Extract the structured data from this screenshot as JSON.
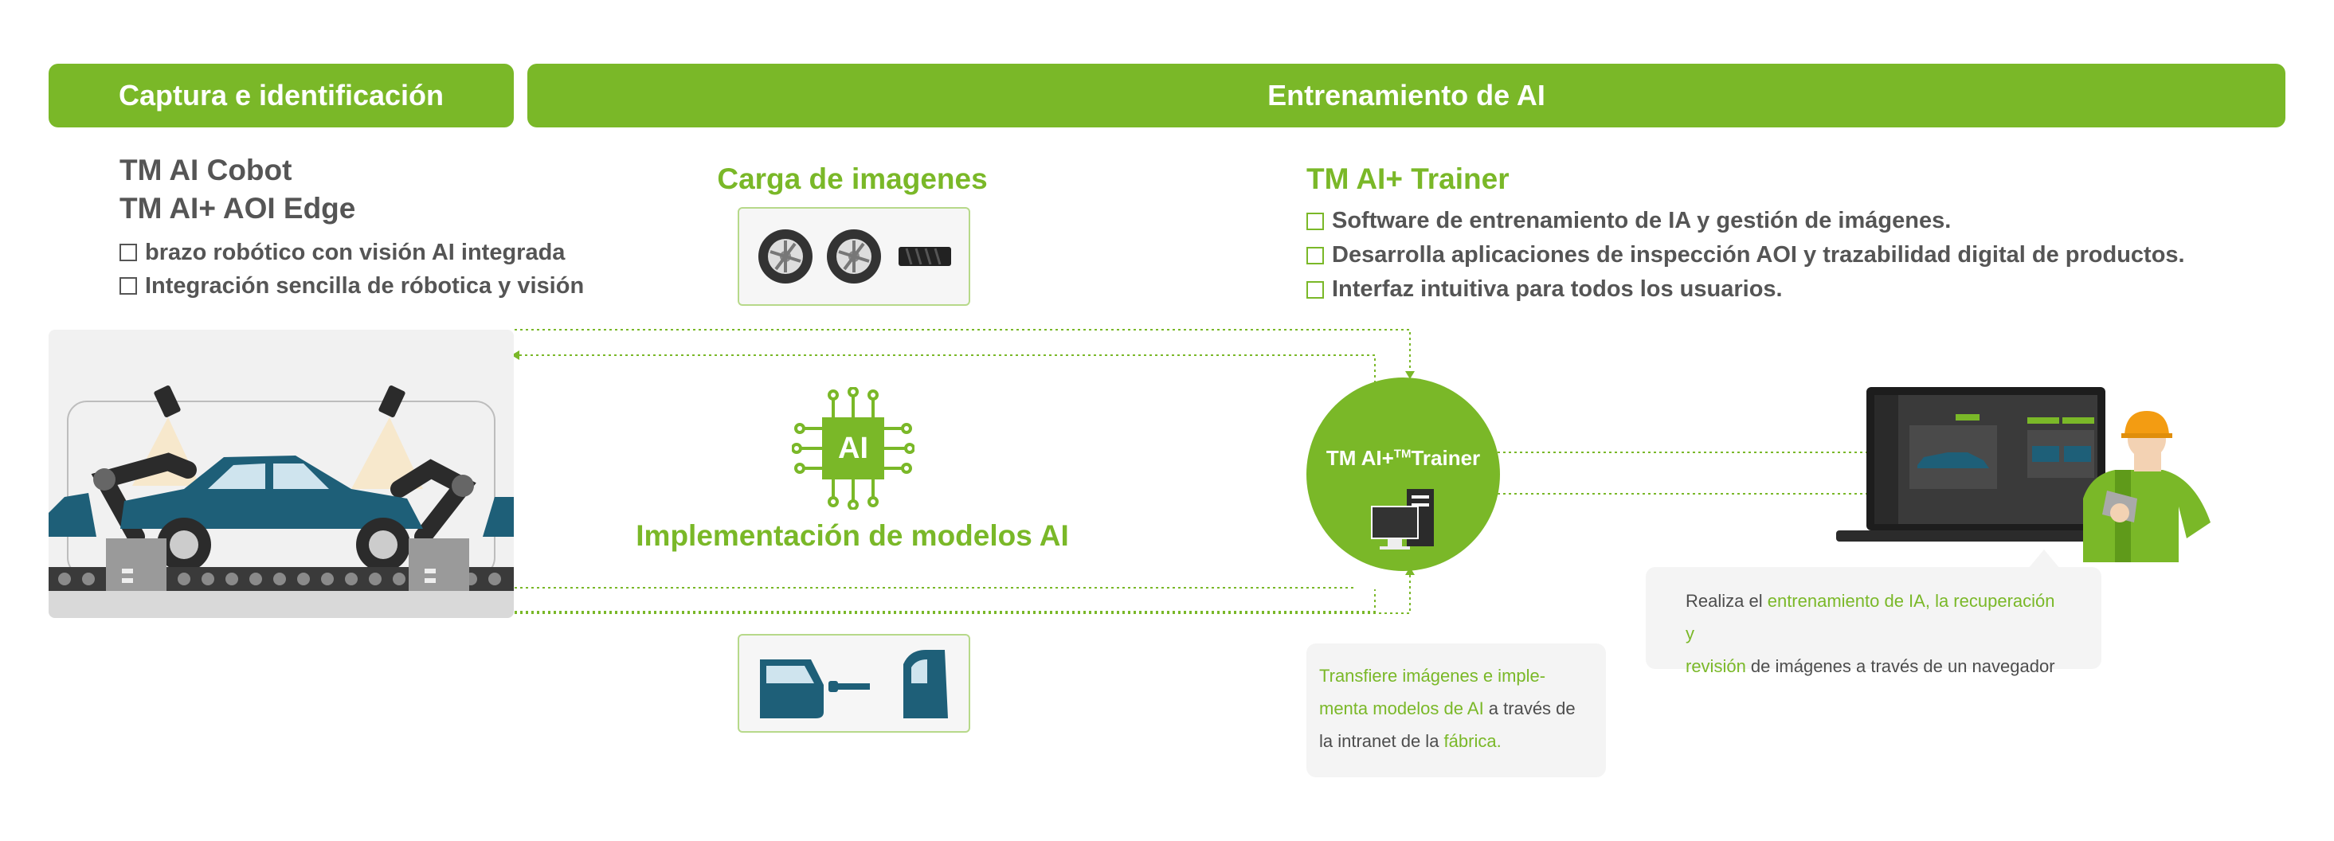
{
  "headers": {
    "capture": "Captura e identificación",
    "training": "Entrenamiento de AI"
  },
  "left": {
    "title1": "TM AI Cobot",
    "title2": "TM AI+ AOI Edge",
    "bullets": [
      "brazo robótico con visión AI integrada",
      "Integración sencilla de róbotica y visión"
    ]
  },
  "middle": {
    "upload_title": "Carga de imagenes",
    "chip_label": "AI",
    "deploy_title": "Implementación de modelos AI"
  },
  "trainer": {
    "title": "TM AI+ Trainer",
    "bullets": [
      "Software de entrenamiento de IA y gestión de imágenes.",
      "Desarrolla aplicaciones de inspección AOI y trazabilidad digital de productos.",
      "Interfaz intuitiva para todos los usuarios."
    ],
    "circle_label_a": "TM AI+",
    "circle_label_tm": "TM",
    "circle_label_b": "Trainer"
  },
  "transfer_note": {
    "g1": "Transfiere imágenes e imple-",
    "g2": "menta modelos de AI",
    "t2": " a través de",
    "t3a": "la intranet de la ",
    "g3": "fábrica."
  },
  "browser_note": {
    "t1": "Realiza el ",
    "g1": "entrenamiento de IA, la recuperación y",
    "g2": "revisión",
    "t2": " de imágenes a través de un navegador"
  },
  "icons": [
    "tire-icon",
    "chip-icon",
    "computer-icon",
    "car-door-icon",
    "laptop-icon",
    "worker-icon",
    "robot-arm-icon",
    "camera-icon",
    "car-icon",
    "conveyor-icon"
  ],
  "colors": {
    "accent": "#7ab828",
    "car": "#1e5f78",
    "dark_text": "#555555"
  }
}
